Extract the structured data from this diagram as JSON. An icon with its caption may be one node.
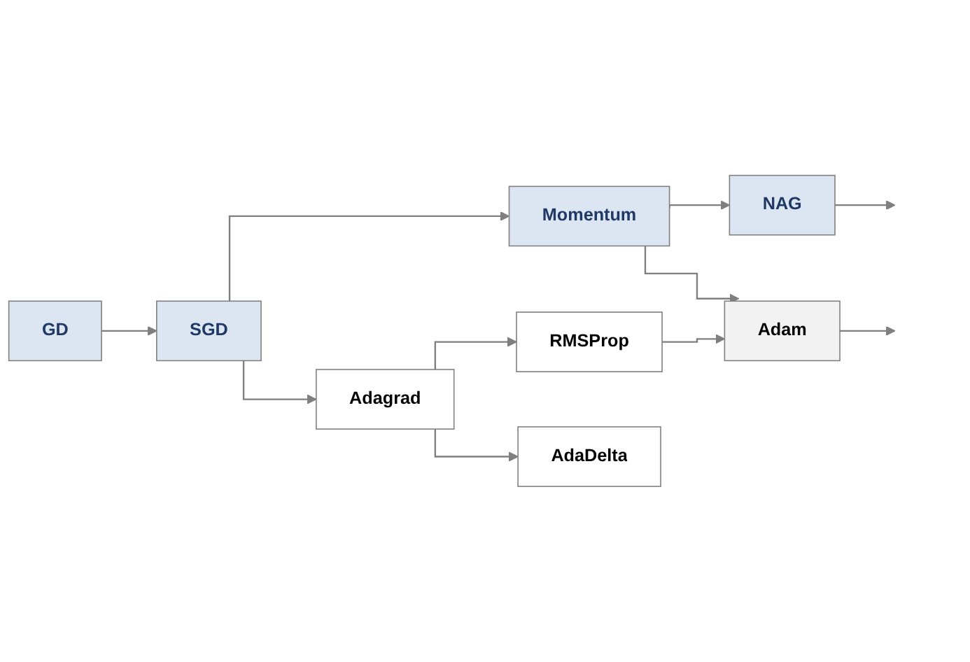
{
  "diagram": {
    "nodes": [
      {
        "text": [
          "GD"
        ]
      },
      {
        "text": [
          "SGD"
        ]
      },
      {
        "text": [
          "Momentum"
        ]
      },
      {
        "text": [
          "NAG"
        ]
      },
      {
        "text": [
          "Adam"
        ]
      },
      {
        "text": [
          "Adagrad"
        ]
      },
      {
        "text": [
          "RMSProp"
        ]
      },
      {
        "text": [
          "AdaDelta"
        ]
      }
    ],
    "edges": [
      {
        "from": 0,
        "to": 1,
        "arrow": "to"
      },
      {
        "from": 1,
        "to": 2,
        "arrow": "to"
      },
      {
        "from": 2,
        "to": 3,
        "arrow": "to"
      },
      {
        "from": 3,
        "to": null,
        "arrow": "to"
      },
      {
        "from": 2,
        "to": 4,
        "arrow": "to"
      },
      {
        "from": 4,
        "to": null,
        "arrow": "to"
      },
      {
        "from": 1,
        "to": 5,
        "arrow": "to"
      },
      {
        "from": 5,
        "to": 6,
        "arrow": "to"
      },
      {
        "from": 5,
        "to": 7,
        "arrow": "to"
      },
      {
        "from": 6,
        "to": 4,
        "arrow": "to"
      }
    ]
  }
}
